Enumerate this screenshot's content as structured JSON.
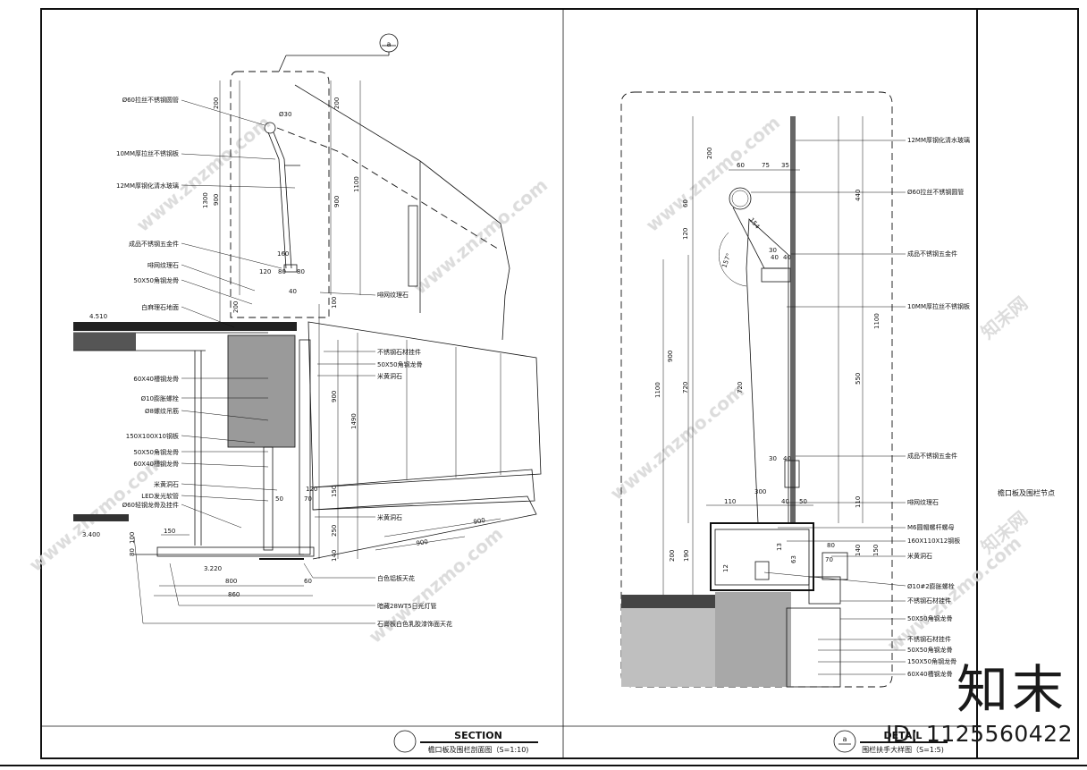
{
  "sheet_title": "檐口板及围栏节点",
  "left_detail": {
    "section_marker": "a",
    "title_en": "SECTION",
    "title_cn": "檐口板及围栏剖面图（S=1:10)",
    "levels": [
      "4.510",
      "3.400",
      "3.220"
    ],
    "labels_left": [
      "Ø60拉丝不锈钢圆管",
      "10MM厚拉丝不锈钢板",
      "12MM厚钢化清水玻璃",
      "成品不锈钢五金件",
      "啡网纹理石",
      "50X50角钢龙骨",
      "白麻理石地面",
      "60X40槽钢龙骨",
      "Ø10膨胀螺栓",
      "Ø8螺纹吊筋",
      "150X100X10钢板",
      "50X50角钢龙骨",
      "60X40槽钢龙骨",
      "米黄洞石",
      "LED发光软管",
      "Ø60轻钢龙骨及挂件"
    ],
    "labels_right": [
      "啡网纹理石",
      "不锈钢石材挂件",
      "50X50角钢龙骨",
      "米黄洞石",
      "米黄洞石"
    ],
    "labels_bottom": [
      "白色铝板天花",
      "暗藏28WT5日光灯管",
      "石膏板白色乳胶漆饰面天花"
    ],
    "dims_vertical_left": [
      "200",
      "900",
      "1300",
      "200"
    ],
    "dims_vertical_mid": [
      "200",
      "900",
      "1100"
    ],
    "dims_vertical_right": [
      "100",
      "900",
      "1490",
      "150",
      "250",
      "140"
    ],
    "dims_horizontal": [
      "800",
      "860",
      "120",
      "80",
      "80",
      "120",
      "70",
      "60",
      "50",
      "900",
      "900",
      "150",
      "100",
      "80"
    ],
    "dims_misc": [
      "Ø30",
      "160",
      "40"
    ]
  },
  "right_detail": {
    "section_marker": "a",
    "title_en": "DETAIL",
    "title_cn": "围栏扶手大样图（S=1:5)",
    "labels_right": [
      "12MM厚钢化清水玻璃",
      "Ø60拉丝不锈钢圆管",
      "成品不锈钢五金件",
      "10MM厚拉丝不锈钢板",
      "成品不锈钢五金件",
      "啡网纹理石",
      "M6圆帽螺杆螺母",
      "160X110X12钢板",
      "米黄洞石",
      "Ø10#2膨胀螺栓",
      "不锈钢石材挂件",
      "50X50角钢龙骨",
      "不锈钢石材挂件",
      "50X50角钢龙骨",
      "150X50角钢龙骨",
      "60X40槽钢龙骨"
    ],
    "dims_top": [
      "60",
      "75",
      "35"
    ],
    "dims_vertical": [
      "200",
      "440",
      "60",
      "120",
      "1100",
      "900",
      "720",
      "720",
      "550",
      "1100",
      "200",
      "190",
      "110",
      "140",
      "150"
    ],
    "dims_horizontal": [
      "110",
      "300",
      "40",
      "40",
      "50",
      "80",
      "70",
      "30",
      "40",
      "30",
      "40"
    ],
    "dims_misc": [
      "154",
      "157°",
      "12",
      "13",
      "63"
    ]
  },
  "watermark_text": "www.znzmo.com",
  "watermark_cn": "知末网",
  "brand_logo_text": "知末",
  "brand_id": "ID: 1125560422"
}
